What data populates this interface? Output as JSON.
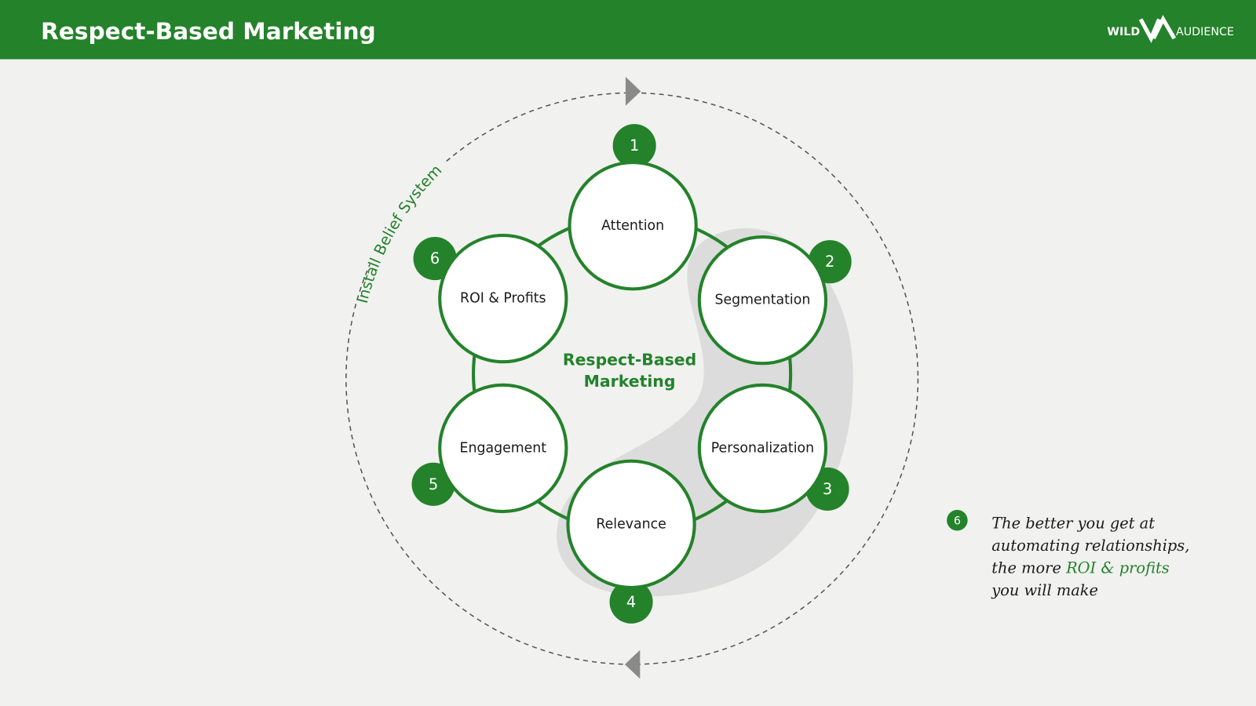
{
  "header": {
    "title": "Respect-Based Marketing",
    "logo_text": "WILD AUDIENCE"
  },
  "colors": {
    "brand_green": "#24822a",
    "background": "#f1f1f0",
    "shadow": "#dcdcdc"
  },
  "diagram": {
    "center_title_line1": "Respect-Based",
    "center_title_line2": "Marketing",
    "outer_cycle_label": "Install Belief System",
    "steps": [
      {
        "number": "1",
        "label": "Attention"
      },
      {
        "number": "2",
        "label": "Segmentation"
      },
      {
        "number": "3",
        "label": "Personalization"
      },
      {
        "number": "4",
        "label": "Relevance"
      },
      {
        "number": "5",
        "label": "Engagement"
      },
      {
        "number": "6",
        "label": "ROI & Profits"
      }
    ]
  },
  "note": {
    "number": "6",
    "line1": "The better you get at",
    "line2": "automating relationships,",
    "line3_prefix": "the more ",
    "line3_highlight": "ROI & profits",
    "line4": "you will make"
  }
}
